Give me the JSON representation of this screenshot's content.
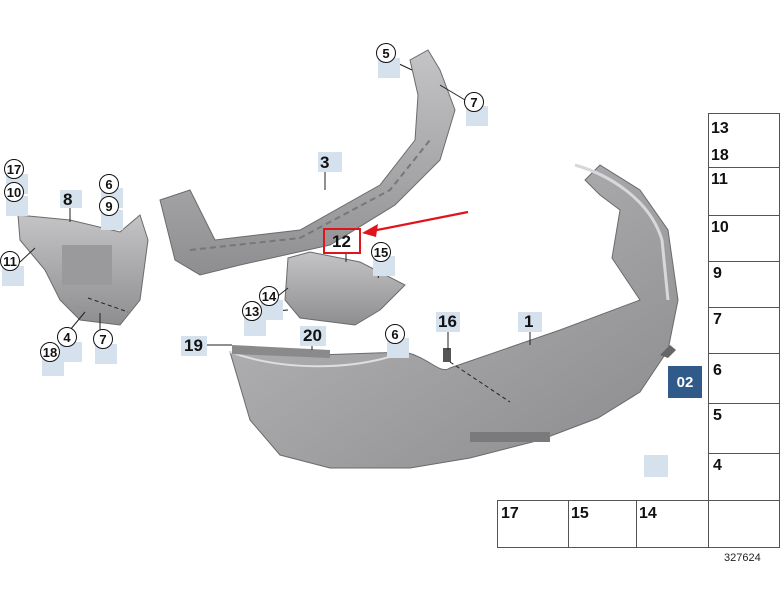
{
  "diagram": {
    "part_labels": {
      "p1": "1",
      "p3": "3",
      "p8": "8",
      "p12": "12",
      "p16": "16",
      "p19": "19",
      "p20": "20"
    },
    "circle_labels": {
      "c5": "5",
      "c7a": "7",
      "c15": "15",
      "c14": "14",
      "c13": "13",
      "c6": "6",
      "c17": "17",
      "c10": "10",
      "c11": "11",
      "c6b": "6",
      "c9": "9",
      "c4": "4",
      "c7b": "7",
      "c18": "18"
    },
    "badge": "02",
    "reference_number": "327624",
    "side_panel": [
      "13",
      "18",
      "11",
      "10",
      "9",
      "7",
      "6",
      "5",
      "4"
    ],
    "bottom_panel": [
      "17",
      "15",
      "14"
    ],
    "colors": {
      "highlight": "#e0141c",
      "label_bg": "#d6e1ee",
      "badge": "#2f5a8a",
      "part": "#a9a9ab"
    }
  }
}
